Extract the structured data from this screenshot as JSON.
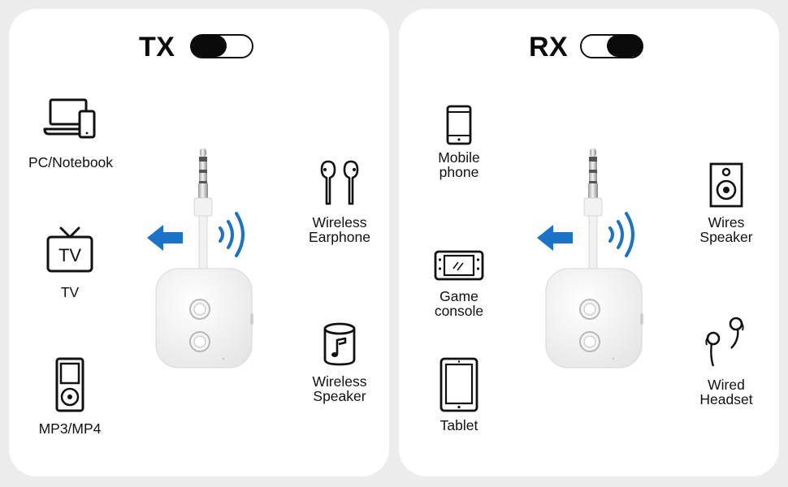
{
  "tx": {
    "title": "TX",
    "toggle_state": "left",
    "devices_left": [
      {
        "label": "PC/Notebook",
        "icon": "laptop-phone-icon"
      },
      {
        "label": "TV",
        "icon": "tv-icon"
      },
      {
        "label": "MP3/MP4",
        "icon": "mp3-player-icon"
      }
    ],
    "devices_right": [
      {
        "label_line1": "Wireless",
        "label_line2": "Earphone",
        "icon": "wireless-earphone-icon"
      },
      {
        "label_line1": "Wireless",
        "label_line2": "Speaker",
        "icon": "wireless-speaker-icon"
      }
    ]
  },
  "rx": {
    "title": "RX",
    "toggle_state": "right",
    "devices_left": [
      {
        "label_line1": "Mobile",
        "label_line2": "phone",
        "icon": "mobile-phone-icon"
      },
      {
        "label_line1": "Game",
        "label_line2": "console",
        "icon": "game-console-icon"
      },
      {
        "label": "Tablet",
        "icon": "tablet-icon"
      }
    ],
    "devices_right": [
      {
        "label_line1": "Wires",
        "label_line2": "Speaker",
        "icon": "wired-speaker-icon"
      },
      {
        "label_line1": "Wired",
        "label_line2": "Headset",
        "icon": "wired-headset-icon"
      }
    ]
  },
  "colors": {
    "arrow": "#1a73c8",
    "ink": "#111111",
    "panel": "#ffffff",
    "background": "#ececec"
  }
}
